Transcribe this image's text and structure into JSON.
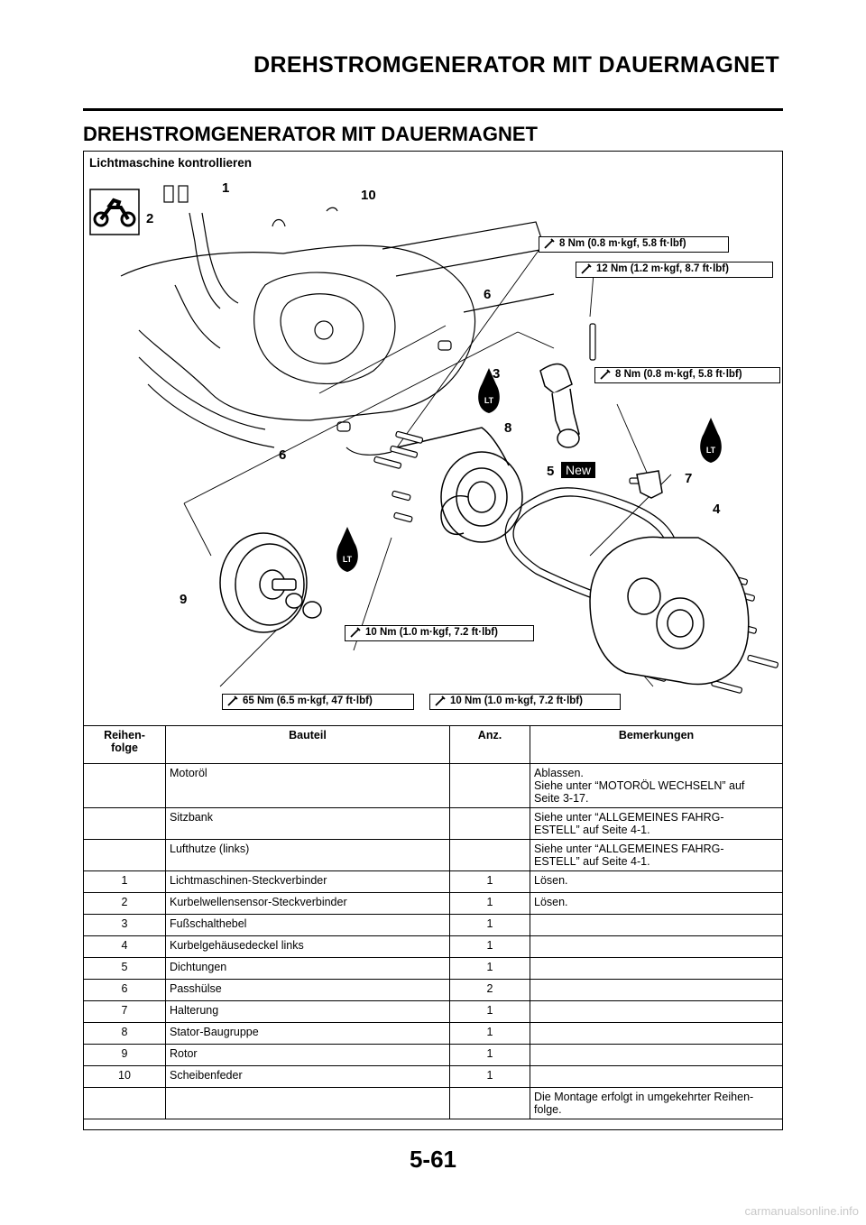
{
  "header": {
    "running_title": "DREHSTROMGENERATOR MIT DAUERMAGNET"
  },
  "section": {
    "title": "DREHSTROMGENERATOR MIT DAUERMAGNET"
  },
  "figure": {
    "title": "Lichtmaschine kontrollieren",
    "torque_specs": [
      "8 Nm (0.8 m·kgf, 5.8 ft·lbf)",
      "12 Nm (1.2 m·kgf, 8.7 ft·lbf)",
      "8 Nm (0.8 m·kgf, 5.8 ft·lbf)",
      "10 Nm (1.0 m·kgf, 7.2 ft·lbf)",
      "65 Nm (6.5 m·kgf, 47 ft·lbf)",
      "10 Nm (1.0 m·kgf, 7.2 ft·lbf)"
    ],
    "callouts": [
      "1",
      "2",
      "10",
      "6",
      "3",
      "8",
      "6",
      "5",
      "7",
      "4",
      "9"
    ],
    "new_label": "New",
    "lt_label": "LT",
    "icons": [
      "motorcycle-icon",
      "wrench-icon",
      "threadlock-icon"
    ]
  },
  "table": {
    "headers": [
      "Reihen-\nfolge",
      "Bauteil",
      "Anz.",
      "Bemerkungen"
    ],
    "rows": [
      [
        "",
        "Motoröl",
        "",
        "Ablassen.\nSiehe unter “MOTORÖL WECHSELN” auf\nSeite 3-17."
      ],
      [
        "",
        "Sitzbank",
        "",
        "Siehe unter “ALLGEMEINES FAHRG-\nESTELL” auf Seite 4-1."
      ],
      [
        "",
        "Lufthutze (links)",
        "",
        "Siehe unter “ALLGEMEINES FAHRG-\nESTELL” auf Seite 4-1."
      ],
      [
        "1",
        "Lichtmaschinen-Steckverbinder",
        "1",
        "Lösen."
      ],
      [
        "2",
        "Kurbelwellensensor-Steckverbinder",
        "1",
        "Lösen."
      ],
      [
        "3",
        "Fußschalthebel",
        "1",
        ""
      ],
      [
        "4",
        "Kurbelgehäusedeckel links",
        "1",
        ""
      ],
      [
        "5",
        "Dichtungen",
        "1",
        ""
      ],
      [
        "6",
        "Passhülse",
        "2",
        ""
      ],
      [
        "7",
        "Halterung",
        "1",
        ""
      ],
      [
        "8",
        "Stator-Baugruppe",
        "1",
        ""
      ],
      [
        "9",
        "Rotor",
        "1",
        ""
      ],
      [
        "10",
        "Scheibenfeder",
        "1",
        ""
      ],
      [
        "",
        "",
        "",
        "Die Montage erfolgt in umgekehrter Reihen-\nfolge."
      ]
    ]
  },
  "footer": {
    "page_number": "5-61",
    "watermark": "carmanualsonline.info"
  }
}
